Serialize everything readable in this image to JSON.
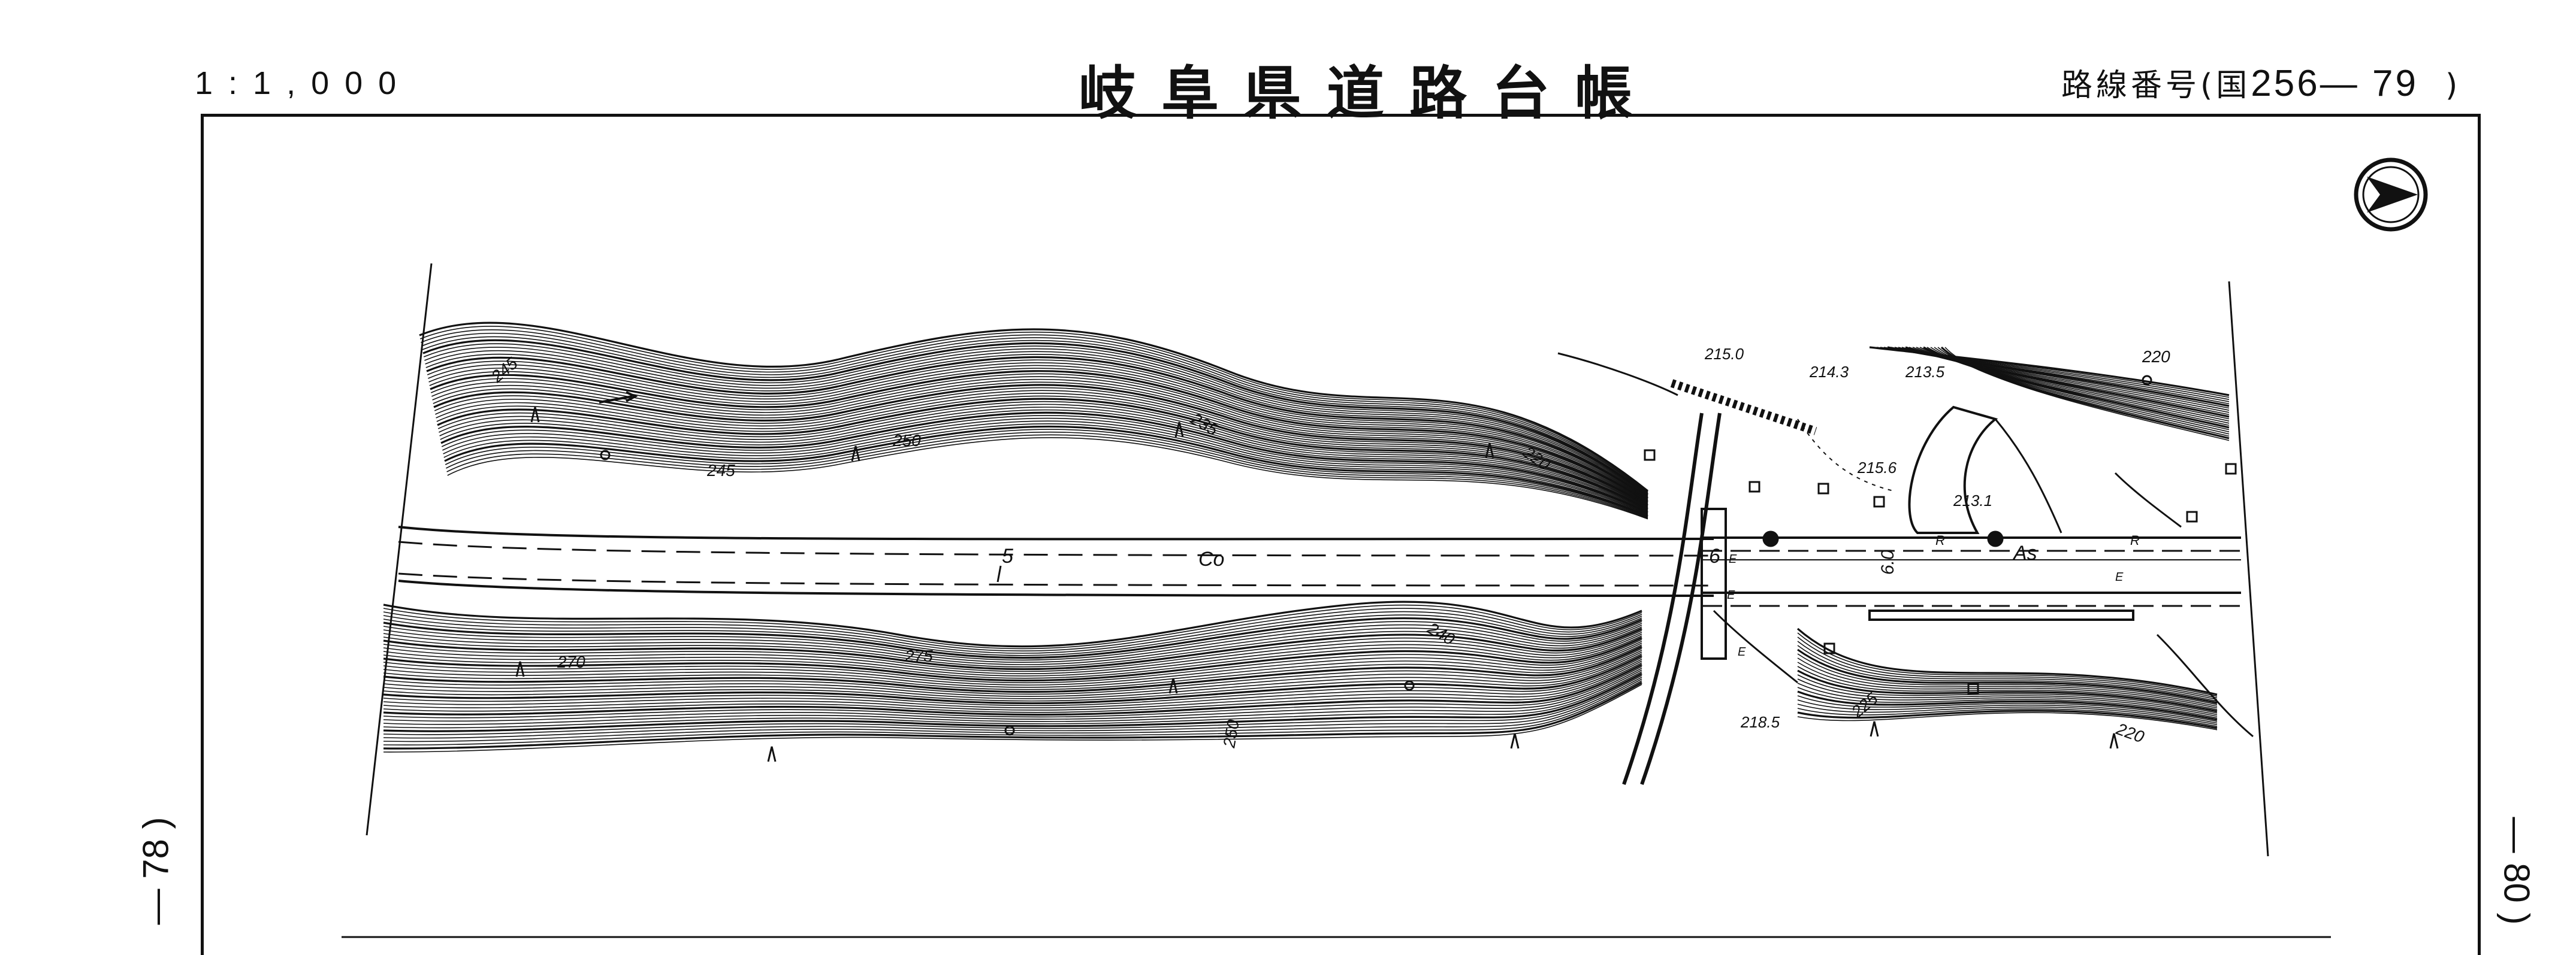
{
  "header": {
    "scale": "1:1,000",
    "title": "岐阜県道路台帳",
    "route_label": "路線番号(国",
    "route_number": "256— 79",
    "route_close": ")"
  },
  "adjacent_sheets": {
    "left": "— 78 )",
    "right": "— 80 )"
  },
  "map": {
    "road_labels": {
      "width_a": "5",
      "surface_a": "Co",
      "width_b": "6",
      "width_c": "6.0",
      "surface_b": "As"
    },
    "contours": [
      "245",
      "245",
      "250",
      "235",
      "220",
      "270",
      "275",
      "240",
      "250",
      "225",
      "220",
      "220"
    ],
    "spot_heights": [
      "215.0",
      "214.3",
      "213.5",
      "215.6",
      "213.1",
      "218.5"
    ],
    "symbols": [
      "R",
      "R",
      "E",
      "E",
      "E",
      "E"
    ]
  },
  "colors": {
    "ink": "#111111",
    "paper": "#ffffff"
  }
}
